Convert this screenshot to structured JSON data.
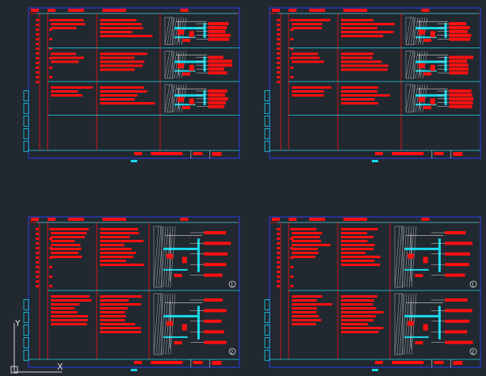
{
  "app": {
    "view": "CAD model space",
    "background": "#212830"
  },
  "colors": {
    "frame": "#2a3bd0",
    "red": "#ff1010",
    "cyan": "#18d8ea",
    "white": "#d8d8d8",
    "gray": "#9aa0a6"
  },
  "sheets": [
    {
      "name": "sheet-top-left",
      "detail_count": 3,
      "title": ""
    },
    {
      "name": "sheet-top-right",
      "detail_count": 3,
      "title": ""
    },
    {
      "name": "sheet-bottom-left",
      "detail_count": 2,
      "title": "",
      "detail_numbers": [
        "1",
        "2"
      ]
    },
    {
      "name": "sheet-bottom-right",
      "detail_count": 2,
      "title": "",
      "detail_numbers": [
        "1",
        "2"
      ]
    }
  ],
  "ucs": {
    "x_label": "X",
    "y_label": "Y",
    "icon": "ucs-axis-icon"
  }
}
